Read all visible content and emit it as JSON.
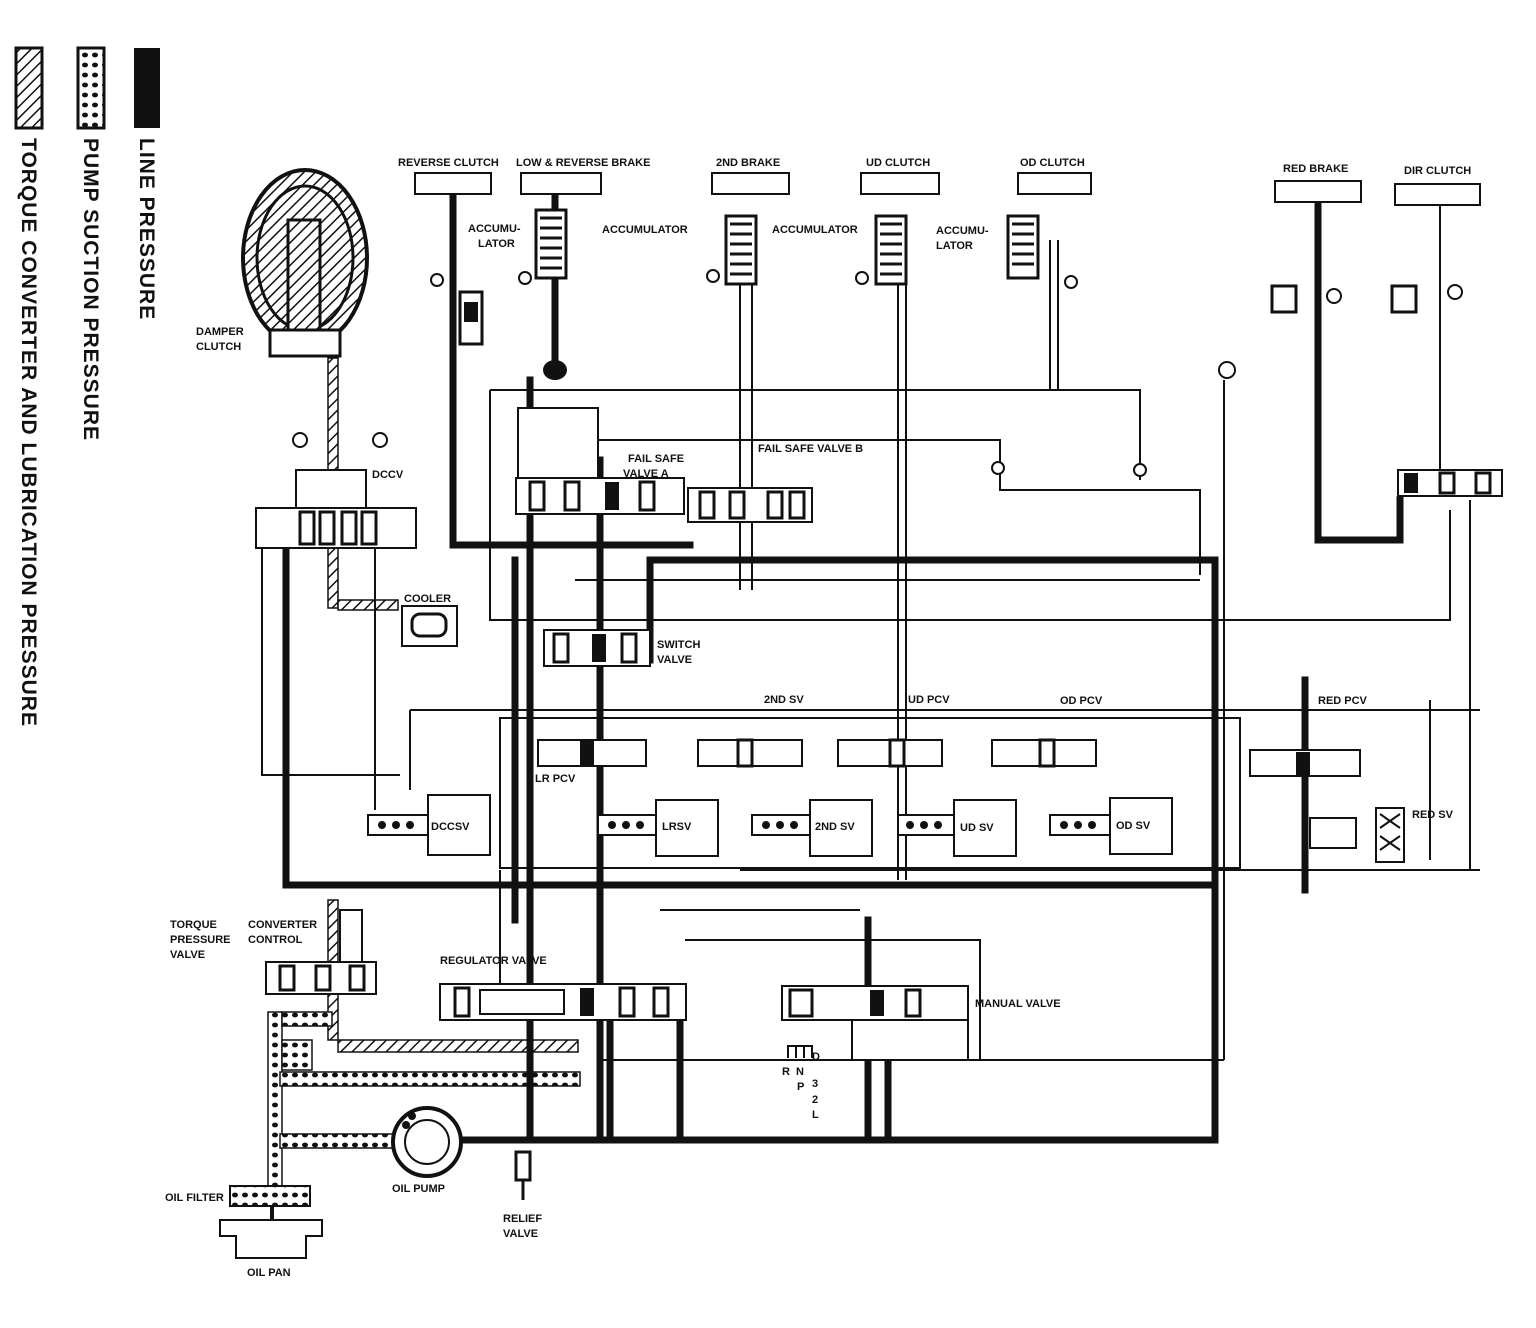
{
  "legend": {
    "line_pressure": "LINE PRESSURE",
    "pump_suction_pressure": "PUMP SUCTION PRESSURE",
    "torque_converter_lubrication": "TORQUE CONVERTER AND LUBRICATION PRESSURE"
  },
  "components": {
    "reverse_clutch": "REVERSE CLUTCH",
    "low_reverse_brake": "LOW &  REVERSE BRAKE",
    "second_brake": "2ND BRAKE",
    "ud_clutch": "UD CLUTCH",
    "od_clutch": "OD CLUTCH",
    "red_brake": "RED BRAKE",
    "dir_clutch": "DIR CLUTCH",
    "accumulator_1_line1": "ACCUMU-",
    "accumulator_1_line2": "LATOR",
    "accumulator_2": "ACCUMULATOR",
    "accumulator_3": "ACCUMULATOR",
    "accumulator_4_line1": "ACCUMU-",
    "accumulator_4_line2": "LATOR",
    "damper_clutch_line1": "DAMPER",
    "damper_clutch_line2": "CLUTCH",
    "dccv": "DCCV",
    "fail_safe_a_line1": "FAIL SAFE",
    "fail_safe_a_line2": "VALVE A",
    "fail_safe_b": "FAIL SAFE VALVE B",
    "cooler": "COOLER",
    "switch_valve_line1": "SWITCH",
    "switch_valve_line2": "VALVE",
    "second_sv_top": "2ND SV",
    "ud_pcv": "UD PCV",
    "od_pcv": "OD PCV",
    "red_pcv": "RED PCV",
    "lr_pcv": "LR PCV",
    "dccsv": "DCCSV",
    "lrsv": "LRSV",
    "second_sv": "2ND SV",
    "ud_sv": "UD SV",
    "od_sv": "OD SV",
    "red_sv": "RED SV",
    "tpv_line1": "TORQUE",
    "tpv_line2": "PRESSURE",
    "tpv_line3": "VALVE",
    "converter_control_line1": "CONVERTER",
    "converter_control_line2": "CONTROL",
    "regulator_valve": "REGULATOR VALVE",
    "manual_valve": "MANUAL VALVE",
    "oil_filter": "OIL FILTER",
    "oil_pump": "OIL PUMP",
    "relief_valve_line1": "RELIEF",
    "relief_valve_line2": "VALVE",
    "oil_pan": "OIL PAN"
  },
  "selector": {
    "r": "R",
    "n": "N",
    "p": "P",
    "d": "D",
    "three": "3",
    "two": "2",
    "l": "L"
  }
}
